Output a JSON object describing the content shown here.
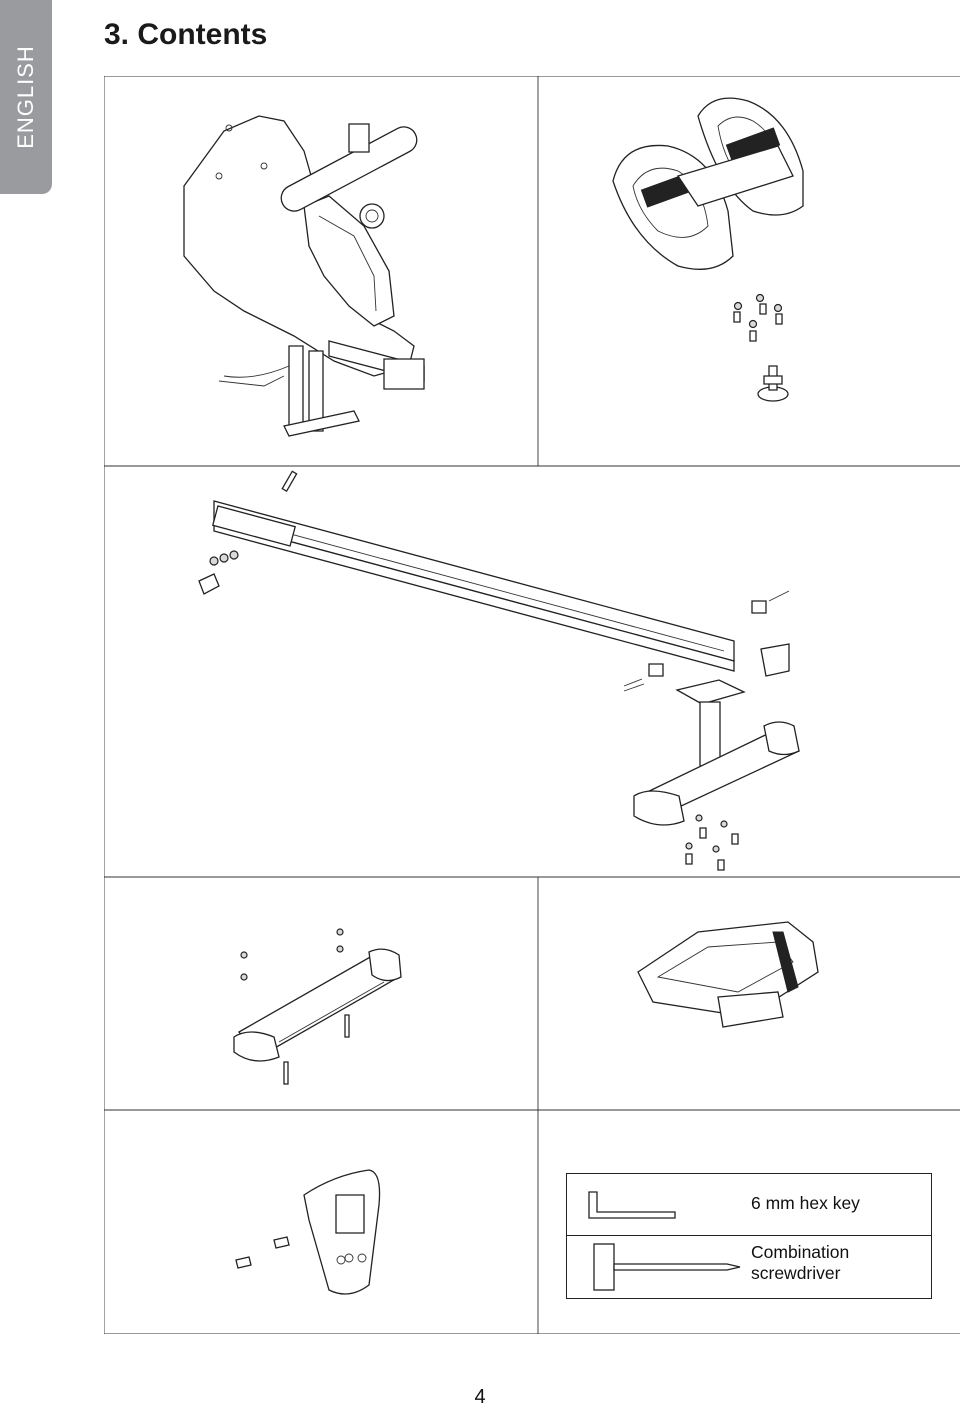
{
  "side_tab": {
    "label": "ENGLISH"
  },
  "page": {
    "title": "3. Contents",
    "number": "4"
  },
  "tools": [
    {
      "label": "6 mm hex key",
      "icon": "hex-key-icon"
    },
    {
      "label": "Combination screwdriver",
      "icon": "screwdriver-icon"
    }
  ],
  "colors": {
    "side_tab": "#9a9b9e",
    "line": "#222222"
  }
}
